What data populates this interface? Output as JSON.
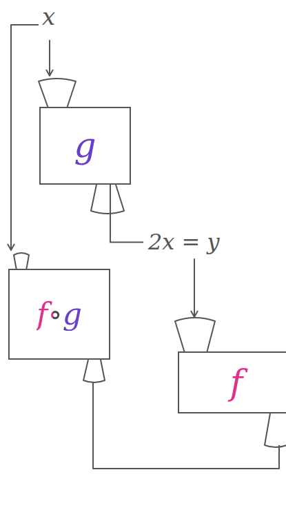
{
  "diagram": {
    "nodes": [
      {
        "text": [
          "g"
        ]
      },
      {
        "text": [
          "f∘g"
        ]
      },
      {
        "text": [
          "f"
        ]
      }
    ],
    "edges": [
      {
        "from": 0,
        "to": 2,
        "label": "2x = y",
        "arrow": "to"
      },
      {
        "from": 2,
        "to": 1,
        "arrow": "none"
      }
    ],
    "labels": [
      "x"
    ]
  }
}
